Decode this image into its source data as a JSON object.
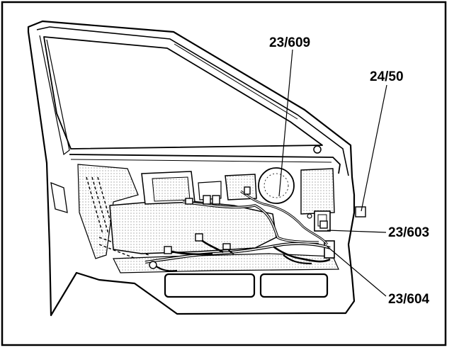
{
  "diagram": {
    "labels": {
      "l1": "23/609",
      "l2": "24/50",
      "l3": "23/603",
      "l4": "23/604"
    },
    "colors": {
      "ink": "#000000",
      "paper": "#ffffff",
      "shade": "#9a9a9a"
    }
  }
}
